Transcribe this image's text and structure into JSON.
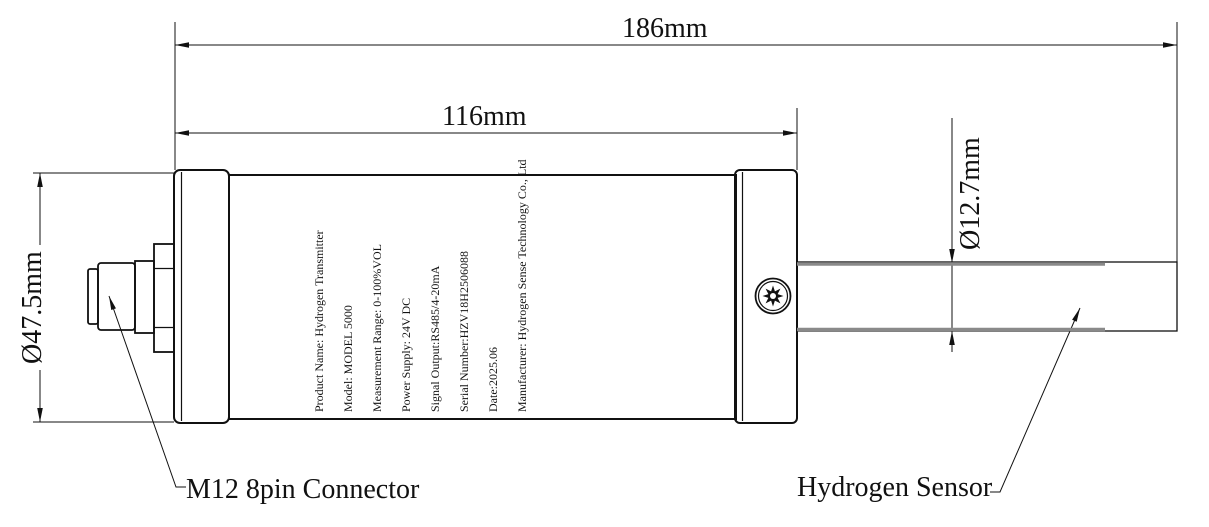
{
  "drawing": {
    "title_implied": "Hydrogen Transmitter dimension drawing",
    "dimensions": {
      "overall_length": "186mm",
      "body_length": "116mm",
      "body_diameter": "Ø47.5mm",
      "probe_diameter": "Ø12.7mm"
    },
    "callouts": {
      "connector": "M12 8pin Connector",
      "sensor": "Hydrogen Sensor"
    },
    "nameplate": {
      "lines": [
        "Product Name: Hydrogen Transmitter",
        "Model: MODEL 5000",
        "Measurement Range: 0-100%VOL",
        "Power Supply: 24V DC",
        "Signal Output:RS485/4-20mA",
        "Serial Number:HZV18H2506088",
        "Date:2025.06",
        "Manufacturer: Hydrogen Sense Technology Co., Ltd"
      ]
    },
    "icons": {
      "screw": "torx-screw-head"
    },
    "colors": {
      "line": "#111111",
      "probe_sleeve": "#8a8a8a",
      "background": "#ffffff"
    }
  }
}
